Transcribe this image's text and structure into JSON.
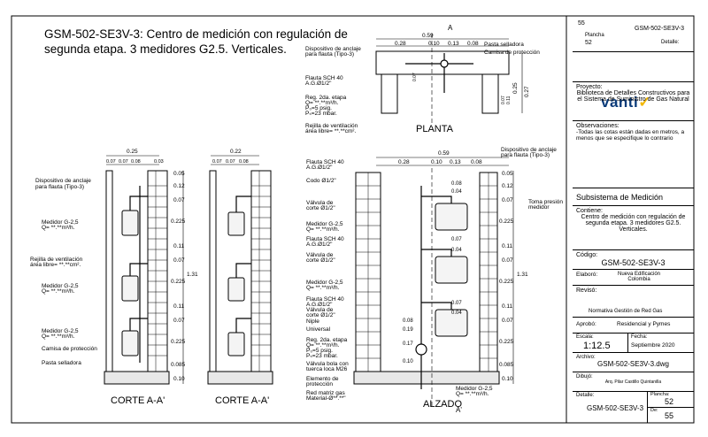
{
  "title": "GSM-502-SE3V-3: Centro de medición con regulación de segunda etapa.  3 medidores G2.5. Verticales.",
  "views": {
    "corte1": "CORTE A-A'",
    "corte2": "CORTE A-A'",
    "alzado": "ALZADO",
    "planta": "PLANTA",
    "marker_a": "A",
    "marker_a2": "A'"
  },
  "labels_left": {
    "anclaje": [
      "Dispositivo de anclaje",
      "para flauta (Tipo-3)"
    ],
    "medidor1": [
      "Medidor G-2,5",
      "Q= **.**m³/h."
    ],
    "rejilla": [
      "Rejilla de ventilación",
      "área libre=  **.**cm²."
    ],
    "medidor2": [
      "Medidor G-2,5",
      "Q= **.**m³/h."
    ],
    "medidor3": [
      "Medidor G-2,5",
      "Q= **.**m³/h."
    ],
    "camisa": "Camisa de protección",
    "pasta": "Pasta selladora"
  },
  "labels_alzado": {
    "flauta40": [
      "Flauta SCH 40",
      "A.G.Ø1/2\""
    ],
    "codo": "Codo Ø1/2\"",
    "valvula1": [
      "Válvula de",
      "corte Ø1/2\""
    ],
    "medidor1": [
      "Medidor G-2,5",
      "Q= **.**m³/h."
    ],
    "flauta40b": [
      "Flauta SCH 40",
      "A.G.Ø1/2\""
    ],
    "valvula2": [
      "Válvula de",
      "corte Ø1/2\""
    ],
    "medidor2": [
      "Medidor G-2,5",
      "Q= **.**m³/h."
    ],
    "flauta40c": [
      "Flauta SCH 40",
      "A.G.Ø1/2\""
    ],
    "valvula3": [
      "Válvula de",
      "corte Ø1/2\""
    ],
    "niple": "Niple",
    "universal": "Universal",
    "regulador": [
      "Reg. 2da. etapa",
      "Q= **.**m³/h.",
      "P₀=5 psig.",
      "Pₛ=23 mbar."
    ],
    "bola": [
      "Válvula bola con",
      "tuerca loca M26"
    ],
    "elemento": [
      "Elemento de",
      "protección"
    ],
    "red": [
      "Red matriz gas",
      "Material-Ø**.**\""
    ],
    "medidor_bottom": [
      "Medidor G-2,5",
      "Q= **.**m³/h."
    ],
    "toma": [
      "Toma presión",
      "medidor"
    ],
    "anclaje": [
      "Dispositivo de anclaje",
      "para flauta (Tipo-3)"
    ]
  },
  "labels_planta": {
    "anclaje": [
      "Dispositivo de anclaje",
      "para flauta (Tipo-3)"
    ],
    "flauta": [
      "Flauta SCH 40",
      "A.G.Ø1/2\""
    ],
    "regulador": [
      "Reg. 2da. etapa",
      "Q= **.**m³/h.",
      "P₀=5 psig.",
      "Pₛ=23 mbar."
    ],
    "rejilla": [
      "Rejilla de ventilación",
      "área libre=  **.**cm²."
    ],
    "pasta": "Pasta selladora",
    "camisa": "Camisa de protección"
  },
  "dims": {
    "c1_top": "0.25",
    "c1_sub": [
      "0.07",
      "0.07",
      "0.08",
      "0.03"
    ],
    "c2_top": "0.22",
    "c2_sub": [
      "0.07",
      "0.07",
      "0.08"
    ],
    "vertical": [
      "0.05",
      "0.12",
      "0.07",
      "0.225",
      "0.11",
      "0.07",
      "0.225",
      "0.11",
      "0.07",
      "0.225",
      "0.085",
      "0.10"
    ],
    "total_height": "1.31",
    "al_top": "0.59",
    "al_sub": [
      "0.28",
      "0.10",
      "0.13",
      "0.08"
    ],
    "al_inner": [
      "0.08",
      "0.04",
      "0.07",
      "0.04",
      "0.07",
      "0.04",
      "0.08",
      "0.19",
      "0.17",
      "0.10"
    ],
    "pl_top": "0.59",
    "pl_sub": [
      "0.28",
      "0.10",
      "0.13",
      "0.08"
    ],
    "pl_side": [
      "0.25",
      "0.27"
    ],
    "pl_small": [
      "0.07",
      "0.07",
      "0.11"
    ]
  },
  "panel": {
    "sheet_code": "GSM-502-SE3V-3",
    "sheet_label": "Detalle:",
    "sheet_total": "55",
    "sheet_num": "52",
    "plancha_label": "Plancha",
    "logo": "vanti",
    "proyecto_label": "Proyecto:",
    "proyecto": "Biblioteca de Detalles Constructivos para el Sistema de Suministro de Gas Natural",
    "obs_label": "Observaciones:",
    "obs": "-Todas las cotas están dadas en metros, a menos que se especifique lo contrario",
    "subsistema": "Subsistema de Medición",
    "contiene_label": "Contiene:",
    "contiene": "Centro de medición con regulación de segunda etapa. 3 medidores G2.5. Verticales.",
    "codigo_label": "Código:",
    "codigo": "GSM-502-SE3V-3",
    "elaboro_label": "Elaboró:",
    "elaboro": "Nueva Edificación Colombia",
    "reviso_label": "Revisó:",
    "reviso": "Normativa Gestión de Red Gas",
    "aprobo_label": "Aprobó:",
    "aprobo": "Residencial y Pymes",
    "escala_label": "Escala:",
    "escala": "1:12.5",
    "fecha_label": "Fecha:",
    "fecha": "Septiembre 2020",
    "archivo_label": "Archivo:",
    "archivo": "GSM-502-SE3V-3.dwg",
    "dibujo_label": "Dibujó:",
    "dibujo": "Arq. Pilar Castillo Quintanilla",
    "detalle_label": "Detalle:",
    "detalle": "GSM-502-SE3V-3",
    "plancha2_label": "Plancha:",
    "plancha2": "52",
    "de_label": "De:",
    "de": "55"
  }
}
